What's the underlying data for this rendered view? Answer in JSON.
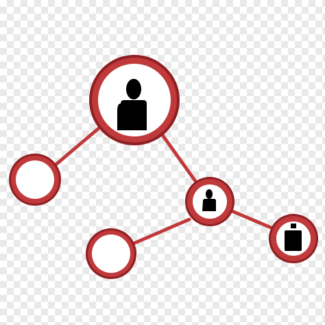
{
  "colors": {
    "accent": "#c0393b",
    "accent_dark": "#8e1f22",
    "node_fill": "#ffffff",
    "person": "#000000"
  },
  "nodes": [
    {
      "id": "hub",
      "kind": "person",
      "icon": "person-icon"
    },
    {
      "id": "left",
      "kind": "empty"
    },
    {
      "id": "middle",
      "kind": "person",
      "icon": "person-icon"
    },
    {
      "id": "bottom-left",
      "kind": "empty"
    },
    {
      "id": "right",
      "kind": "bottle",
      "icon": "bottle-icon"
    }
  ]
}
